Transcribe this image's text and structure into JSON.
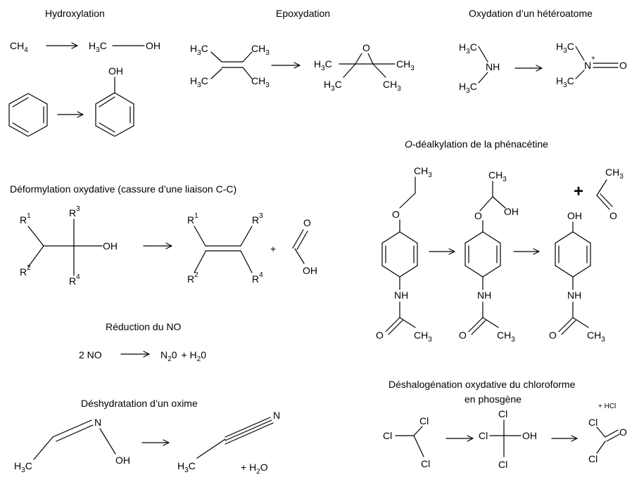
{
  "titles": {
    "hydroxylation": "Hydroxylation",
    "epoxidation": "Epoxydation",
    "heteroatom": "Oxydation d’un hétéroatome",
    "dealkylation_italic": "O",
    "dealkylation_rest": "-déalkylation de la phénacétine",
    "deformylation": "Déformylation oxydative (cassure d’une liaison C-C)",
    "no_reduction": "Réduction du NO",
    "oxime": "Déshydratation d’un oxime",
    "dehalogenation_line1": "Déshalogénation oxydative du chloroforme",
    "dehalogenation_line2": "en phosgène"
  },
  "atoms": {
    "C": "C",
    "H": "H",
    "CH": "CH",
    "O": "O",
    "OH": "OH",
    "NH": "NH",
    "N": "N",
    "Cl": "Cl",
    "R": "R",
    "NO_text": "2 NO",
    "plus": "+",
    "sub2": "2",
    "sub3": "3",
    "sub4": "4",
    "sup1": "1",
    "sup2": "2",
    "sup3": "3",
    "sup4": "4",
    "charge": "+",
    "HCl": "+ HCl",
    "H2O_plus": "+  H",
    "H2O_O": "O",
    "N2O_N": "N",
    "N2O_0": "0",
    "N2O_plus": "+  H",
    "N2O_H0": "0"
  }
}
